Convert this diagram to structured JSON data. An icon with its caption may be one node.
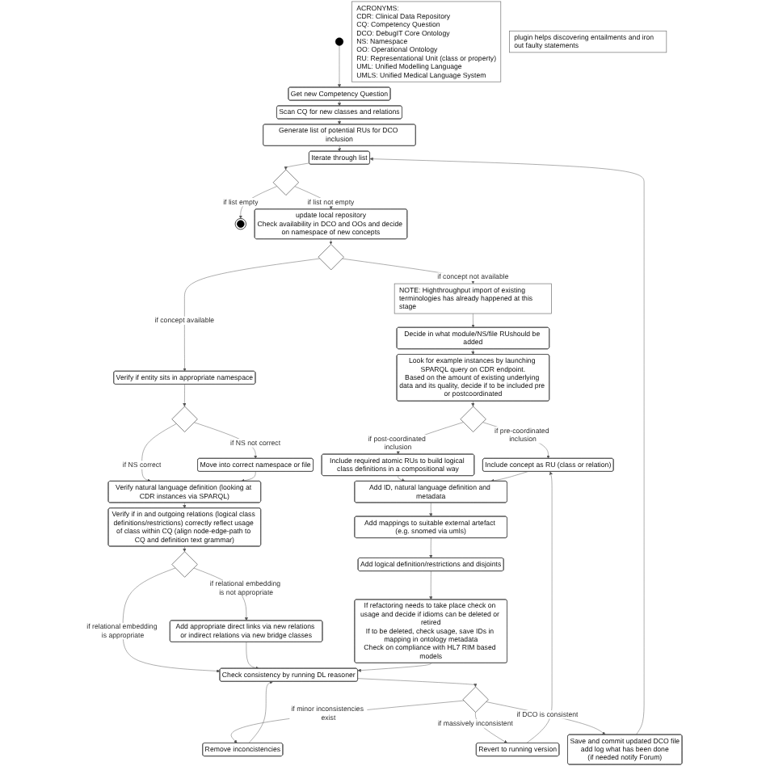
{
  "diagram": {
    "nodes": [
      {
        "text": [],
        "shape": "circle"
      },
      {
        "text": [
          "Get new Competency Question"
        ]
      },
      {
        "text": [
          "ACRONYMS:",
          "CDR: Clinical Data Repository",
          "CQ: Competency Question",
          "DCO: DebugIT Core Ontology",
          "NS: Namespace",
          "OO: Operational Ontology",
          "RU: Representational Unit (class or property)",
          "UML: Unified Modelling Language",
          "UMLS: Unified Medical Language System"
        ]
      },
      {
        "text": [
          "Scan CQ for new classes and relations"
        ]
      },
      {
        "text": [
          "Generate list of potential RUs for DCO inclusion"
        ]
      },
      {
        "text": [
          "Iterate through list"
        ]
      },
      {
        "text": [],
        "shape": "diamond"
      },
      {
        "text": [],
        "shape": "circle"
      },
      {
        "text": [
          "update local repository",
          "Check availability in DCO and OOs and decide on namespace of new concepts"
        ]
      },
      {
        "text": [],
        "shape": "diamond"
      },
      {
        "text": [
          "Verify if entity sits in appropriate namespace"
        ]
      },
      {
        "text": [],
        "shape": "diamond"
      },
      {
        "text": [
          "Move into correct namespace or file"
        ]
      },
      {
        "text": [
          "Verify natural language definition (looking at CDR instances via SPARQL)"
        ]
      },
      {
        "text": [
          "NOTE: Highthroughput import of existing terminologies has already happened at this stage"
        ]
      },
      {
        "text": [
          "Verify if in and outgoing relations (logical class definitions/restrictions) correctly reflect usage of class within CQ (align node-edge-path to CQ and definition text grammar)"
        ]
      },
      {
        "text": [
          "Decide in what module/NS/file RUshould be added"
        ]
      },
      {
        "text": [],
        "shape": "diamond"
      },
      {
        "text": [
          "Look for example instances by launching SPARQL query on CDR endpoint.",
          "Based on the amount of existing underlying data and its quality, decide if to be included pre or postcoordinated"
        ]
      },
      {
        "text": [
          "Add appropriate direct links via new relations or indirect relations via new bridge classes"
        ]
      },
      {
        "text": [],
        "shape": "diamond"
      },
      {
        "text": [
          "Include concept as RU (class or relation)"
        ]
      },
      {
        "text": [
          "Check consistency by running DL reasoner"
        ]
      },
      {
        "text": [
          "Include required atomic RUs to build logical class definitions in a compositional way"
        ]
      },
      {
        "text": [
          "Add ID, natural language definition and metadata"
        ]
      },
      {
        "text": [],
        "shape": "diamond"
      },
      {
        "text": [
          "Remove inconcistencies"
        ]
      },
      {
        "text": [
          "Revert to running version"
        ]
      },
      {
        "text": [
          "Add mappings to suitable external artefact (e.g. snomed via umls)"
        ]
      },
      {
        "text": [
          "plugin helps discovering entailments and iron out faulty statements"
        ]
      },
      {
        "text": [
          "Add logical definition/restrictions and disjoints"
        ]
      },
      {
        "text": [
          "Save and commit updated DCO file",
          "add log what has been done",
          "(if needed notify Forum)"
        ]
      },
      {
        "text": [
          "If refactoring needs to take place check on usage and decide if idioms can be deleted or retired",
          "If to be deleted, check usage, save IDs in mapping in ontology metadata",
          "Check on compliance with HL7 RIM based models"
        ]
      }
    ],
    "edges": [
      {
        "from": 0,
        "to": 1,
        "arrow": "to"
      },
      {
        "from": 1,
        "to": 3,
        "arrow": "to"
      },
      {
        "from": 3,
        "to": 4,
        "arrow": "to"
      },
      {
        "from": 4,
        "to": 5,
        "arrow": "to"
      },
      {
        "from": 5,
        "to": 6,
        "arrow": "to"
      },
      {
        "from": 6,
        "to": 7,
        "arrow": "to",
        "label": "if list empty"
      },
      {
        "from": 6,
        "to": 8,
        "arrow": "to",
        "label": "if list not empty"
      },
      {
        "from": 8,
        "to": 9,
        "arrow": "to"
      },
      {
        "from": 9,
        "to": 14,
        "arrow": "to",
        "label": "if concept not available"
      },
      {
        "from": 9,
        "to": 10,
        "arrow": "to",
        "label": "if concept available"
      },
      {
        "from": 10,
        "to": 11,
        "arrow": "to"
      },
      {
        "from": 11,
        "to": 12,
        "arrow": "to",
        "label": "if NS not correct"
      },
      {
        "from": 11,
        "to": 13,
        "arrow": "to",
        "label": "if NS correct"
      },
      {
        "from": 12,
        "to": 13,
        "arrow": "to"
      },
      {
        "from": 13,
        "to": 15,
        "arrow": "to"
      },
      {
        "from": 15,
        "to": 17,
        "arrow": "to"
      },
      {
        "from": 17,
        "to": 22,
        "arrow": "to",
        "label": "if relational embedding is appropriate"
      },
      {
        "from": 17,
        "to": 19,
        "arrow": "to",
        "label": "if relational embedding is not appropriate"
      },
      {
        "from": 19,
        "to": 22,
        "arrow": "to"
      },
      {
        "from": 14,
        "to": 16,
        "arrow": "to"
      },
      {
        "from": 16,
        "to": 18,
        "arrow": "to"
      },
      {
        "from": 18,
        "to": 20,
        "arrow": "to"
      },
      {
        "from": 20,
        "to": 21,
        "arrow": "to",
        "label": "if pre-coordinated inclusion"
      },
      {
        "from": 20,
        "to": 23,
        "arrow": "to",
        "label": "if post-coordinated inclusion"
      },
      {
        "from": 23,
        "to": 24,
        "arrow": "to"
      },
      {
        "from": 21,
        "to": 24,
        "arrow": "to"
      },
      {
        "from": 24,
        "to": 28,
        "arrow": "to"
      },
      {
        "from": 28,
        "to": 30,
        "arrow": "to"
      },
      {
        "from": 30,
        "to": 32,
        "arrow": "to"
      },
      {
        "from": 32,
        "to": 22,
        "arrow": "to"
      },
      {
        "from": 22,
        "to": 25,
        "arrow": "to"
      },
      {
        "from": 25,
        "to": 26,
        "arrow": "to",
        "label": "if minor inconsistencies exist"
      },
      {
        "from": 25,
        "to": 27,
        "arrow": "to",
        "label": "if massively inconsistent"
      },
      {
        "from": 25,
        "to": 31,
        "arrow": "to",
        "label": "if DCO is consistent"
      },
      {
        "from": 26,
        "to": 22,
        "arrow": "to"
      },
      {
        "from": 27,
        "to": 21,
        "arrow": "to"
      },
      {
        "from": 31,
        "to": 5,
        "arrow": "to"
      }
    ]
  }
}
